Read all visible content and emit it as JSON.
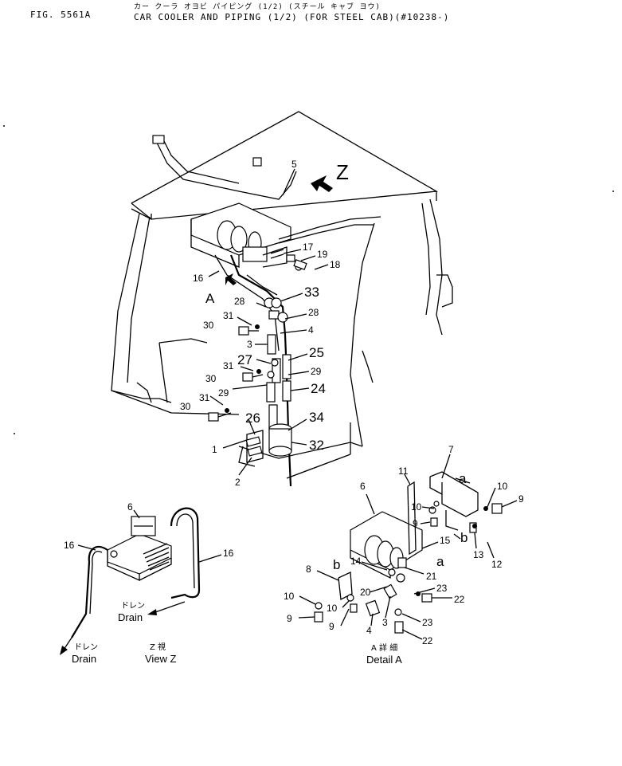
{
  "header": {
    "fig_number": "FIG. 5561A",
    "title_jp": "カー クーラ オヨビ パイピング (1/2) (スチール キャブ ヨウ)",
    "title_en": "CAR COOLER AND PIPING (1/2) (FOR STEEL CAB)(#10238-)"
  },
  "main_view": {
    "view_arrow_letter": "Z",
    "detail_arrow_letter": "A",
    "callouts": [
      {
        "id": "c5",
        "text": "5"
      },
      {
        "id": "c17",
        "text": "17"
      },
      {
        "id": "c19",
        "text": "19"
      },
      {
        "id": "c18",
        "text": "18"
      },
      {
        "id": "c16",
        "text": "16"
      },
      {
        "id": "c33",
        "text": "33"
      },
      {
        "id": "c28a",
        "text": "28"
      },
      {
        "id": "c28b",
        "text": "28"
      },
      {
        "id": "c31a",
        "text": "31"
      },
      {
        "id": "c30a",
        "text": "30"
      },
      {
        "id": "c4",
        "text": "4"
      },
      {
        "id": "c3",
        "text": "3"
      },
      {
        "id": "c25",
        "text": "25"
      },
      {
        "id": "c27",
        "text": "27"
      },
      {
        "id": "c31b",
        "text": "31"
      },
      {
        "id": "c29a",
        "text": "29"
      },
      {
        "id": "c30b",
        "text": "30"
      },
      {
        "id": "c24",
        "text": "24"
      },
      {
        "id": "c29b",
        "text": "29"
      },
      {
        "id": "c31c",
        "text": "31"
      },
      {
        "id": "c30c",
        "text": "30"
      },
      {
        "id": "c26",
        "text": "26"
      },
      {
        "id": "c34",
        "text": "34"
      },
      {
        "id": "c1",
        "text": "1"
      },
      {
        "id": "c32",
        "text": "32"
      },
      {
        "id": "c2",
        "text": "2"
      }
    ]
  },
  "view_z": {
    "callouts": [
      {
        "id": "z6",
        "text": "6"
      },
      {
        "id": "z16a",
        "text": "16"
      },
      {
        "id": "z16b",
        "text": "16"
      }
    ],
    "drain_jp": "ドレン",
    "drain_en": "Drain",
    "caption_jp": "Z 視",
    "caption_en": "View Z"
  },
  "detail_a": {
    "callouts": [
      {
        "id": "d7",
        "text": "7"
      },
      {
        "id": "d11",
        "text": "11"
      },
      {
        "id": "d6",
        "text": "6"
      },
      {
        "id": "da1",
        "text": "a"
      },
      {
        "id": "d10a",
        "text": "10"
      },
      {
        "id": "d9a",
        "text": "9"
      },
      {
        "id": "d10b",
        "text": "10"
      },
      {
        "id": "d9b",
        "text": "9"
      },
      {
        "id": "d15",
        "text": "15"
      },
      {
        "id": "db1",
        "text": "b"
      },
      {
        "id": "d13",
        "text": "13"
      },
      {
        "id": "d12",
        "text": "12"
      },
      {
        "id": "da2",
        "text": "a"
      },
      {
        "id": "d8",
        "text": "8"
      },
      {
        "id": "db2",
        "text": "b"
      },
      {
        "id": "d14",
        "text": "14"
      },
      {
        "id": "d21",
        "text": "21"
      },
      {
        "id": "d20",
        "text": "20"
      },
      {
        "id": "d23a",
        "text": "23"
      },
      {
        "id": "d10c",
        "text": "10"
      },
      {
        "id": "d22a",
        "text": "22"
      },
      {
        "id": "d10d",
        "text": "10"
      },
      {
        "id": "d9c",
        "text": "9"
      },
      {
        "id": "d9d",
        "text": "9"
      },
      {
        "id": "d4",
        "text": "4"
      },
      {
        "id": "d3",
        "text": "3"
      },
      {
        "id": "d23b",
        "text": "23"
      },
      {
        "id": "d22b",
        "text": "22"
      }
    ],
    "caption_jp": "A 詳 細",
    "caption_en": "Detail A"
  }
}
